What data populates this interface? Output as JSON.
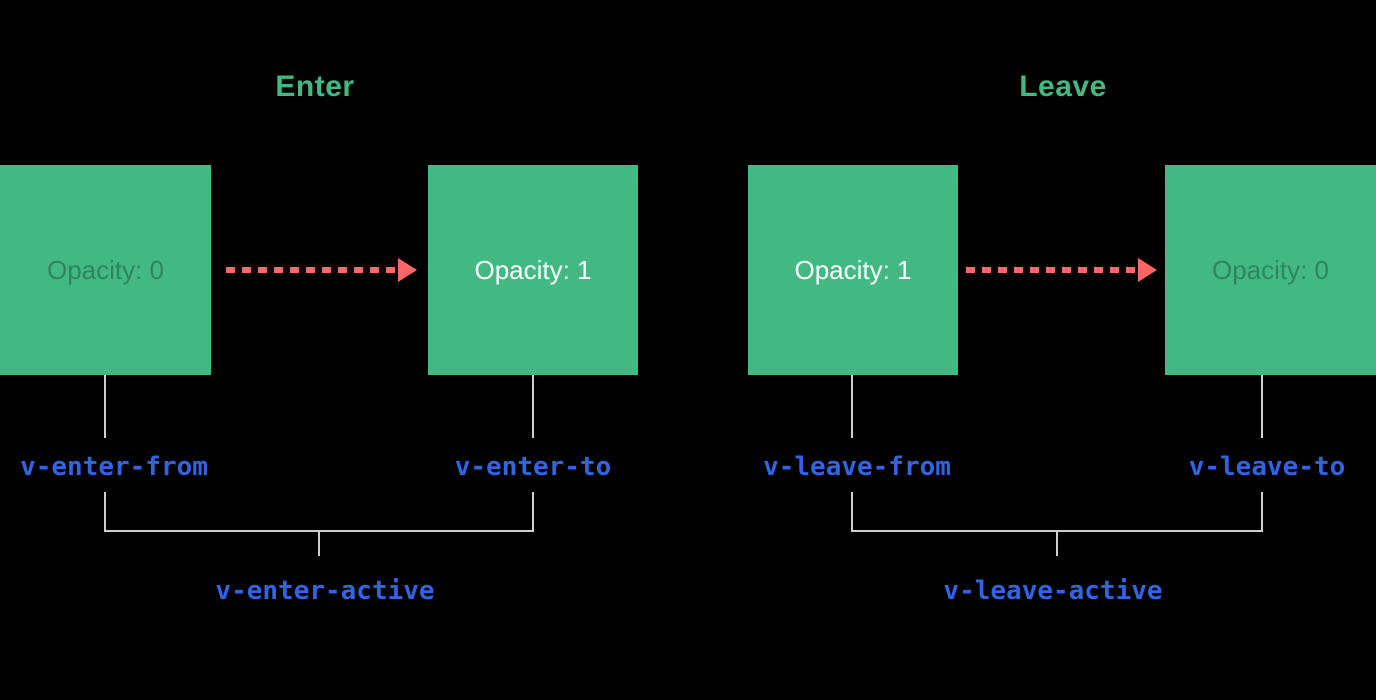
{
  "colors": {
    "background": "#000000",
    "box_green": "#42b883",
    "title_green": "#42b883",
    "arrow_red": "#ff6666",
    "label_blue": "#3064e3",
    "connector_gray": "#cfcfcf",
    "box_text": "#ffffff",
    "box_text_faded": "rgba(0,0,0,0.28)"
  },
  "enter": {
    "title": "Enter",
    "from_box_text": "Opacity: 0",
    "to_box_text": "Opacity: 1",
    "from_label": "v-enter-from",
    "to_label": "v-enter-to",
    "active_label": "v-enter-active"
  },
  "leave": {
    "title": "Leave",
    "from_box_text": "Opacity: 1",
    "to_box_text": "Opacity: 0",
    "from_label": "v-leave-from",
    "to_label": "v-leave-to",
    "active_label": "v-leave-active"
  }
}
